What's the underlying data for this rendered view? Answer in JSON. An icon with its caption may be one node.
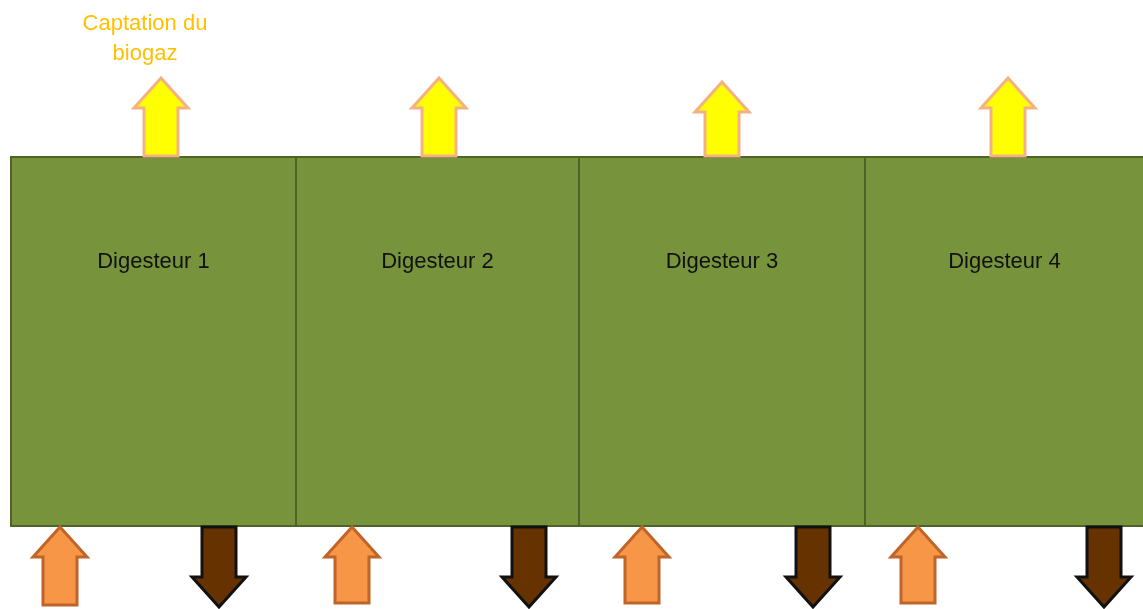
{
  "diagram": {
    "nodes": [
      {
        "text": [
          "Captation du biogaz"
        ]
      },
      {
        "text": [
          "Digesteur 1"
        ]
      },
      {
        "text": [
          "Digesteur 2"
        ]
      },
      {
        "text": [
          "Digesteur 3"
        ]
      },
      {
        "text": [
          "Digesteur 4"
        ]
      }
    ],
    "edges": [
      {
        "from": 1,
        "to": 0,
        "arrow": "to",
        "color": "#ffff00"
      },
      {
        "from": 2,
        "to": null,
        "arrow": "to",
        "color": "#ffff00"
      },
      {
        "from": 3,
        "to": null,
        "arrow": "to",
        "color": "#ffff00"
      },
      {
        "from": 4,
        "to": null,
        "arrow": "to",
        "color": "#ffff00"
      },
      {
        "from": null,
        "to": 1,
        "arrow": "to",
        "color": "#f79646"
      },
      {
        "from": 1,
        "to": null,
        "arrow": "to",
        "color": "#663300"
      },
      {
        "from": null,
        "to": 2,
        "arrow": "to",
        "color": "#f79646"
      },
      {
        "from": 2,
        "to": null,
        "arrow": "to",
        "color": "#663300"
      },
      {
        "from": null,
        "to": 3,
        "arrow": "to",
        "color": "#f79646"
      },
      {
        "from": 3,
        "to": null,
        "arrow": "to",
        "color": "#663300"
      },
      {
        "from": null,
        "to": 4,
        "arrow": "to",
        "color": "#f79646"
      },
      {
        "from": 4,
        "to": null,
        "arrow": "to",
        "color": "#663300"
      }
    ]
  }
}
